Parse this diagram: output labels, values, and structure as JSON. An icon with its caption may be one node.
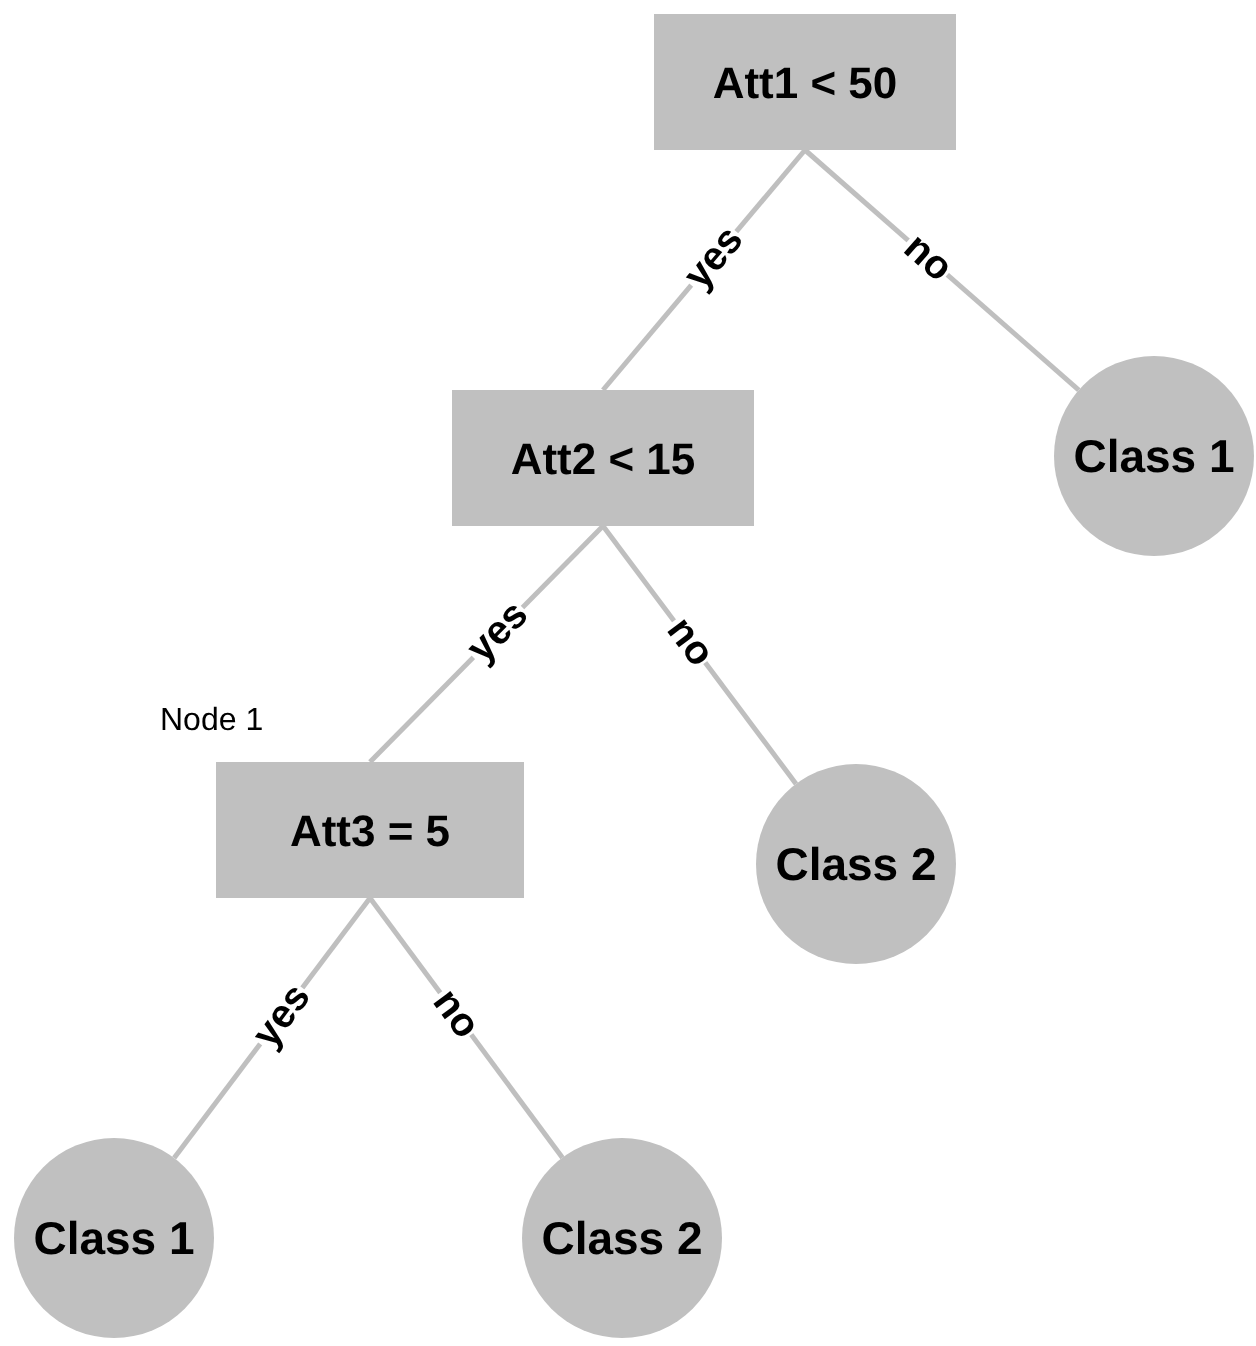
{
  "diagram": {
    "nodes": [
      {
        "text": [
          "Att1 < 50"
        ]
      },
      {
        "text": [
          "Att2 < 15"
        ]
      },
      {
        "text": [
          "Class 1"
        ]
      },
      {
        "text": [
          "Att3 = 5"
        ],
        "beside": [
          "Node 1"
        ]
      },
      {
        "text": [
          "Class 2"
        ]
      },
      {
        "text": [
          "Class 1"
        ]
      },
      {
        "text": [
          "Class 2"
        ]
      }
    ],
    "edges": [
      {
        "from": 0,
        "to": 1,
        "arrow": "none",
        "label": "yes"
      },
      {
        "from": 0,
        "to": 2,
        "arrow": "none",
        "label": "no"
      },
      {
        "from": 1,
        "to": 3,
        "arrow": "none",
        "label": "yes"
      },
      {
        "from": 1,
        "to": 4,
        "arrow": "none",
        "label": "no"
      },
      {
        "from": 3,
        "to": 5,
        "arrow": "none",
        "label": "yes"
      },
      {
        "from": 3,
        "to": 6,
        "arrow": "none",
        "label": "no"
      }
    ]
  }
}
